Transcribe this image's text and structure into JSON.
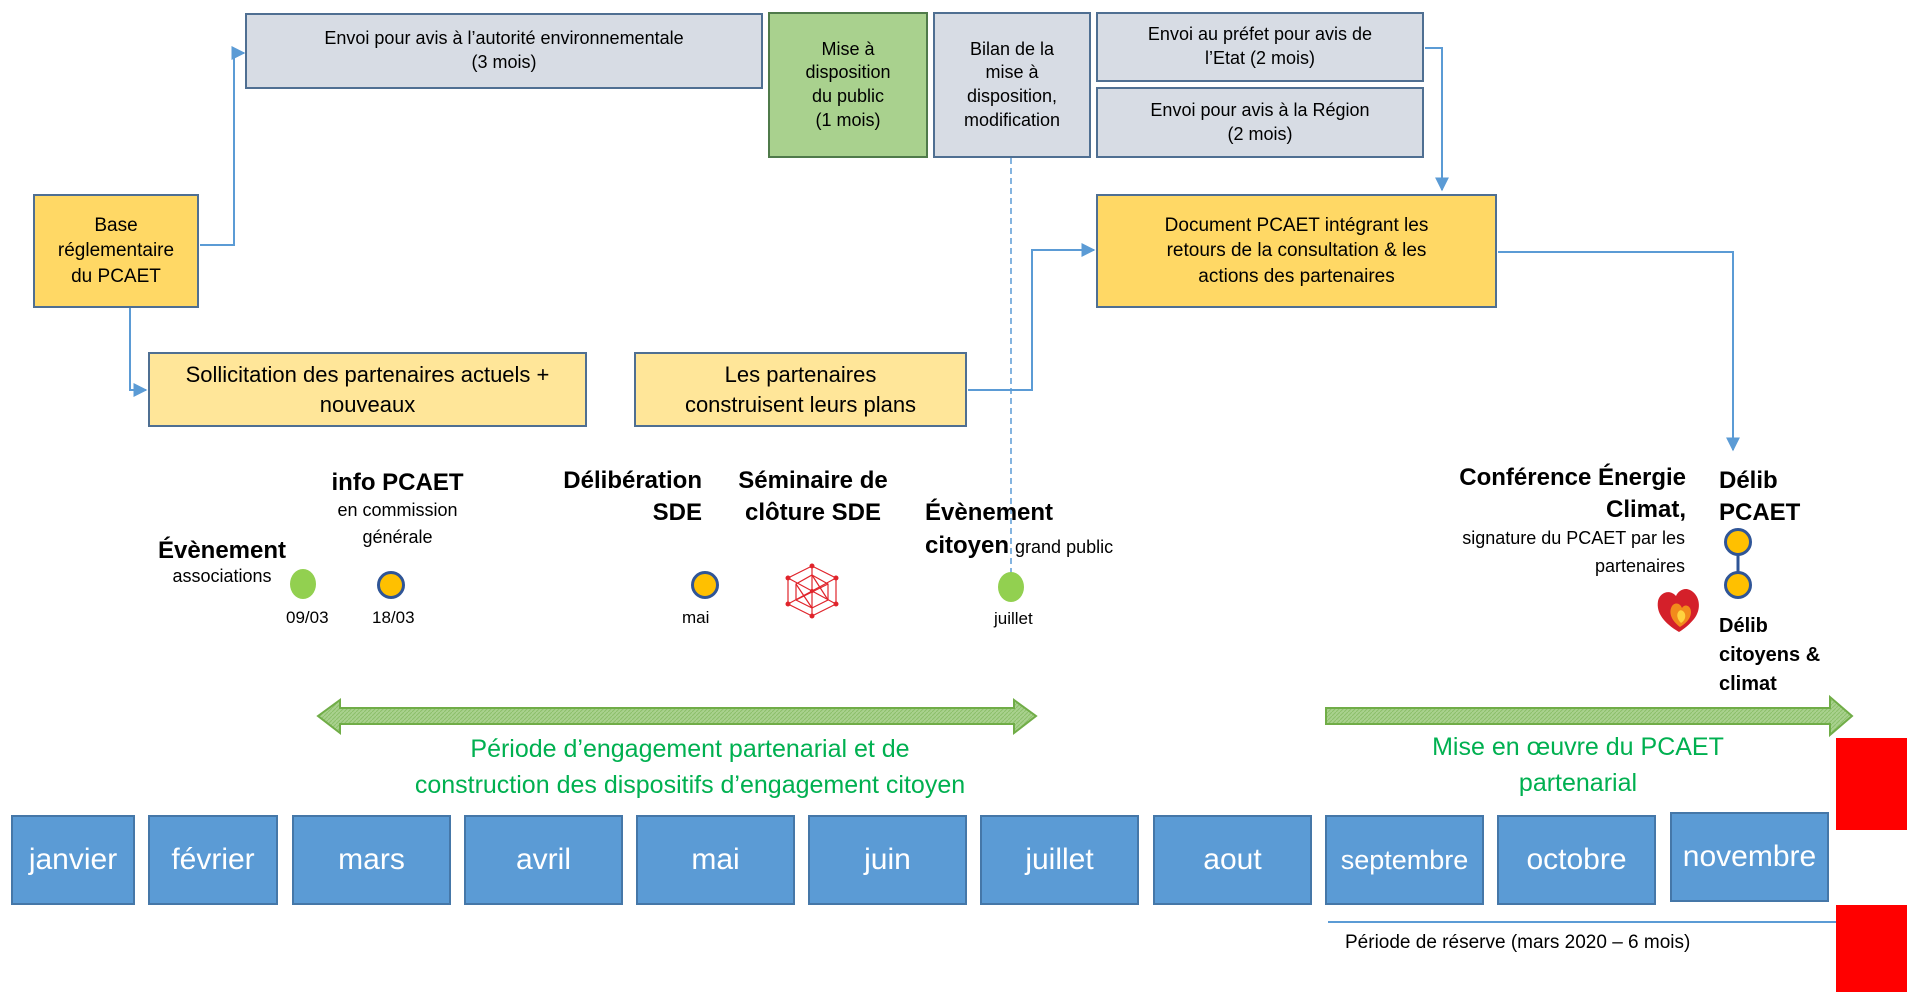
{
  "boxes": {
    "base": "Base\nréglementaire\ndu PCAET",
    "autorite": "Envoi pour avis à l’autorité environnementale\n(3 mois)",
    "mise_dispo": "Mise à\ndisposition\ndu public\n(1 mois)",
    "bilan": "Bilan de la\nmise à\ndisposition,\nmodification",
    "prefet": "Envoi au préfet pour avis de\nl’Etat (2 mois)",
    "region": "Envoi pour avis à la Région\n(2 mois)",
    "document": "Document PCAET intégrant les\nretours de la consultation & les\nactions des partenaires",
    "sollicitation": "Sollicitation des partenaires actuels +\nnouveaux",
    "partenaires": "Les partenaires\nconstruisent leurs plans"
  },
  "events": {
    "associations_title": "Évènement",
    "associations_sub": "associations",
    "associations_date": "09/03",
    "info_title": "info PCAET",
    "info_sub": "en commission\ngénérale",
    "info_date": "18/03",
    "delib_sde_title": "Délibération\nSDE",
    "delib_sde_date": "mai",
    "seminaire_title": "Séminaire de\nclôture SDE",
    "citoyen_title": "Évènement\ncitoyen",
    "citoyen_sub": "grand public",
    "citoyen_date": "juillet",
    "conference_title": "Conférence Énergie\nClimat,",
    "conference_sub": "signature du PCAET par les\npartenaires",
    "delib_pcaet_title": "Délib\nPCAET",
    "delib_citoyens_title": "Délib\ncitoyens &\nclimat"
  },
  "periods": {
    "engagement": "Période d’engagement partenarial et de\nconstruction des dispositifs d’engagement citoyen",
    "mise_en_oeuvre": "Mise en œuvre du PCAET\npartenarial",
    "reserve": "Période de réserve (mars 2020 – 6 mois)"
  },
  "months": [
    "janvier",
    "février",
    "mars",
    "avril",
    "mai",
    "juin",
    "juillet",
    "aout",
    "septembre",
    "octobre",
    "novembre"
  ],
  "colors": {
    "month_fill": "#5b9bd5",
    "period_green": "#00b050",
    "connector_blue": "#5b9bd5",
    "gold": "#ffd865",
    "gray": "#d7dce4",
    "green_box": "#a9d18e",
    "red": "#ff0000"
  },
  "icons": [
    "network-logo-icon",
    "heart-flame-logo-icon"
  ]
}
